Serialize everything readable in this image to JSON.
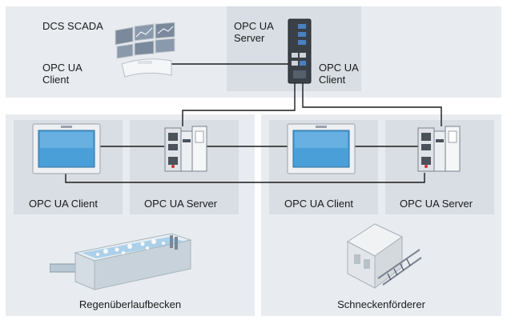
{
  "top": {
    "dcs_label": "DCS SCADA",
    "client_label_line1": "OPC UA",
    "client_label_line2": "Client",
    "server_label_line1": "OPC UA",
    "server_label_line2": "Server",
    "server_client_line1": "OPC UA",
    "server_client_line2": "Client"
  },
  "left_site": {
    "client_label": "OPC UA Client",
    "server_label": "OPC UA Server",
    "caption": "Regenüberlaufbecken"
  },
  "right_site": {
    "client_label": "OPC UA Client",
    "server_label": "OPC UA Server",
    "caption": "Schneckenförderer"
  },
  "colors": {
    "panel": "#e8ecf0",
    "subpanel": "#d9dee4",
    "wire": "#1a1a1a",
    "screen_blue": "#4a9fd8"
  }
}
